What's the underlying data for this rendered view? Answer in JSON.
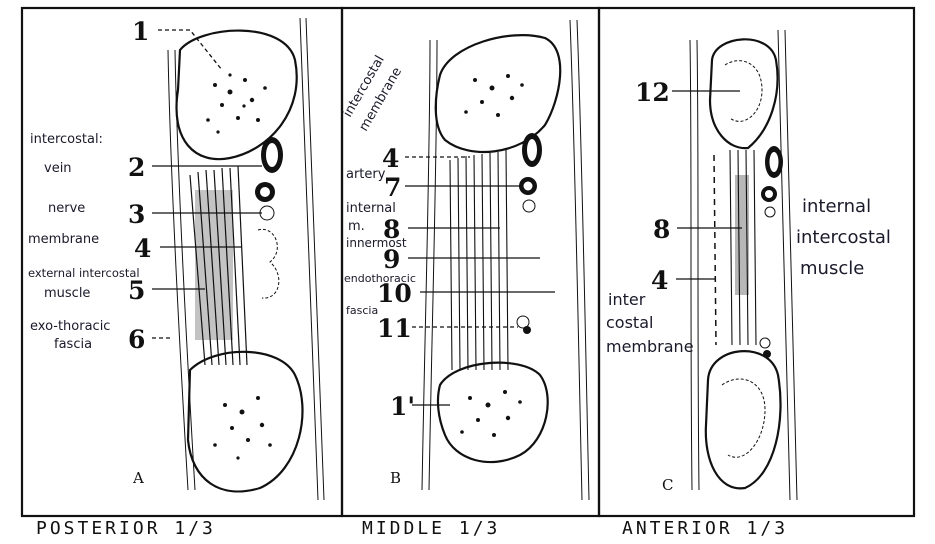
{
  "panels": [
    {
      "letter": "A",
      "caption": "POSTERIOR 1/3"
    },
    {
      "letter": "B",
      "caption": "MIDDLE 1/3"
    },
    {
      "letter": "C",
      "caption": "ANTERIOR 1/3"
    }
  ],
  "labels": {
    "n1": "1",
    "n2": "2",
    "n3": "3",
    "n4a": "4",
    "n5": "5",
    "n6": "6",
    "n4b": "4",
    "n7": "7",
    "n8b": "8",
    "n9": "9",
    "n10": "10",
    "n11": "11",
    "n1p": "1'",
    "n12": "12",
    "n8c": "8",
    "n4c": "4"
  },
  "annotations": {
    "a_intercostal": "intercostal:",
    "a_vein": "vein",
    "a_nerve": "nerve",
    "a_membrane": "membrane",
    "a_ext1": "external intercostal",
    "a_ext2": "muscle",
    "a_exo1": "exo-thoracic",
    "a_exo2": "fascia",
    "b_icm1": "intercostal",
    "b_icm2": "membrane",
    "b_artery": "artery",
    "b_int1": "internal",
    "b_int2": "m.",
    "b_innermost": "innermost",
    "b_endo": "endothoracic",
    "b_fascia": "fascia",
    "c_int1": "internal",
    "c_int2": "intercostal",
    "c_int3": "muscle",
    "c_mem1": "inter",
    "c_mem2": "costal",
    "c_mem3": "membrane"
  }
}
